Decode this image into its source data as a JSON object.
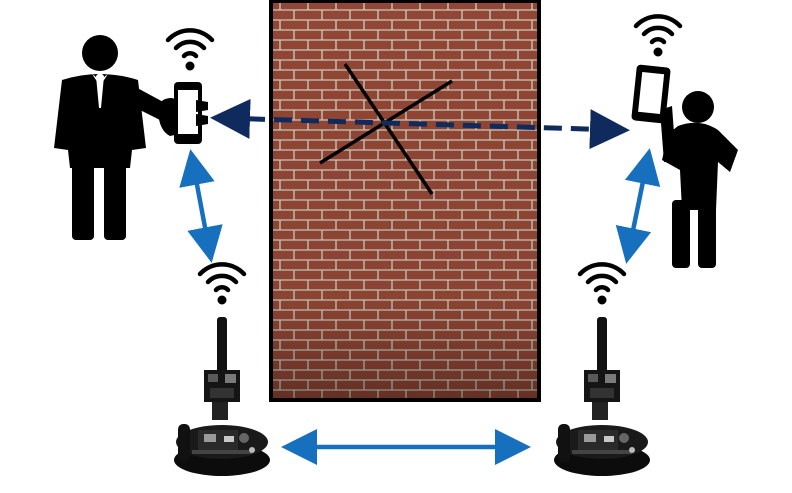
{
  "diagram": {
    "nodes": [
      {
        "id": "person-left",
        "icon": "person-in-suit-icon",
        "holds": "smartphone-icon",
        "signal": "wifi-icon"
      },
      {
        "id": "person-right",
        "icon": "person-silhouette-icon",
        "holds": "smartphone-icon",
        "signal": "wifi-icon"
      },
      {
        "id": "robot-left",
        "icon": "wireless-robot-board-icon",
        "signal": "wifi-icon"
      },
      {
        "id": "robot-right",
        "icon": "wireless-robot-board-icon",
        "signal": "wifi-icon"
      }
    ],
    "obstacle": {
      "icon": "brick-wall-icon",
      "marking": "x-cross-icon"
    },
    "links": [
      {
        "from": "person-left",
        "to": "person-right",
        "style": "dashed",
        "color": "#0f2a5c",
        "blocked_by": "brick-wall"
      },
      {
        "from": "person-left",
        "to": "robot-left",
        "style": "solid",
        "color": "#1670be"
      },
      {
        "from": "person-right",
        "to": "robot-right",
        "style": "solid",
        "color": "#1670be"
      },
      {
        "from": "robot-left",
        "to": "robot-right",
        "style": "solid",
        "color": "#1670be"
      }
    ],
    "colors": {
      "dashed_link": "#0f2a5c",
      "solid_link": "#1670be",
      "brick": "#9a4a38",
      "mortar": "#cdbfae",
      "wall_border": "#000000"
    }
  }
}
